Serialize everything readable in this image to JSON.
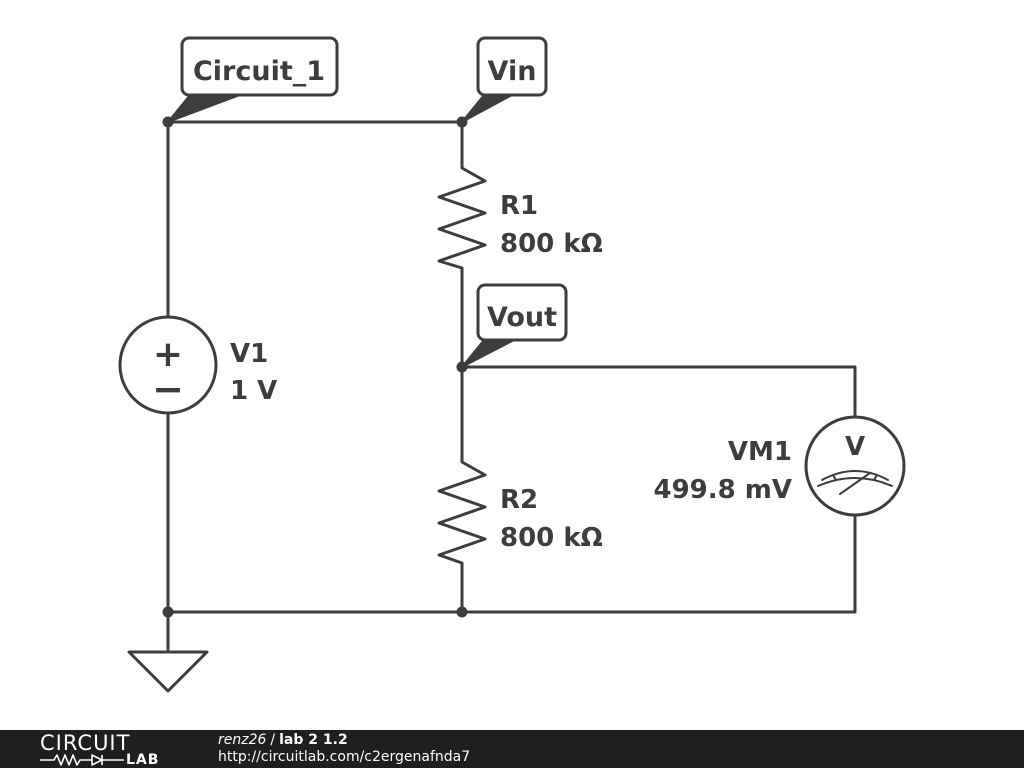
{
  "labels": {
    "net_circuit": "Circuit_1",
    "net_vin": "Vin",
    "net_vout": "Vout"
  },
  "components": {
    "v1": {
      "name": "V1",
      "value": "1 V",
      "plus": "+",
      "minus": "−"
    },
    "r1": {
      "name": "R1",
      "value": "800 kΩ"
    },
    "r2": {
      "name": "R2",
      "value": "800 kΩ"
    },
    "vm1": {
      "name": "VM1",
      "reading": "499.8 mV",
      "symbol": "V"
    }
  },
  "footer": {
    "logo_top": "CIRCUIT",
    "logo_bottom": "LAB",
    "user": "renz26",
    "separator": "/",
    "title": "lab 2 1.2",
    "url": "http://circuitlab.com/c2ergenafnda7"
  },
  "colors": {
    "wire": "#3d3d3d",
    "footer_bg": "#1f1f1f",
    "background": "#ffffff"
  }
}
